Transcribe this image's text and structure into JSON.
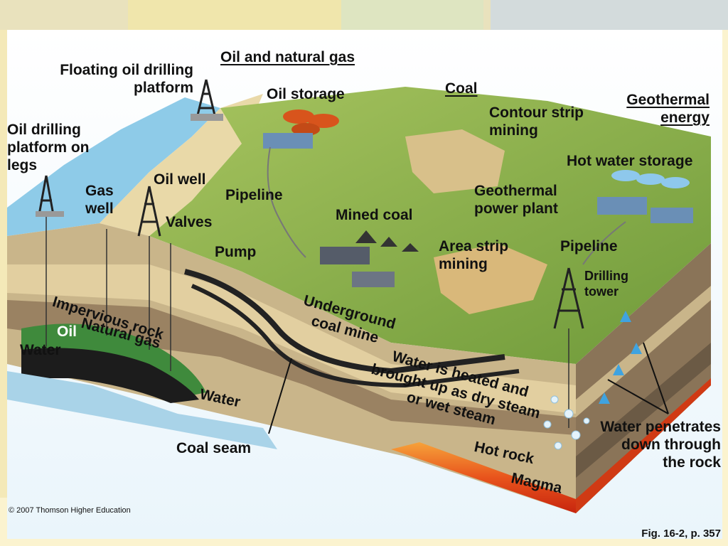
{
  "labels": {
    "oil_and_natural_gas": "Oil and natural gas",
    "coal": "Coal",
    "geothermal_energy": "Geothermal energy",
    "floating_platform": "Floating oil drilling platform",
    "oil_storage": "Oil storage",
    "contour_strip_mining": "Contour strip mining",
    "oil_platform_on_legs": "Oil drilling platform on legs",
    "hot_water_storage": "Hot water storage",
    "oil_well": "Oil well",
    "gas_well": "Gas well",
    "pipeline_left": "Pipeline",
    "geothermal_power_plant": "Geothermal power plant",
    "valves": "Valves",
    "mined_coal": "Mined coal",
    "pump": "Pump",
    "area_strip_mining": "Area strip mining",
    "pipeline_right": "Pipeline",
    "drilling_tower": "Drilling tower",
    "impervious_rock": "Impervious rock",
    "underground_coal_mine": "Underground coal mine",
    "oil": "Oil",
    "natural_gas": "Natural gas",
    "water_left": "Water",
    "water_heated": "Water is heated and brought up as dry steam or wet steam",
    "water_center": "Water",
    "coal_seam": "Coal seam",
    "hot_rock": "Hot rock",
    "magma": "Magma",
    "water_penetrates": "Water penetrates down through the rock"
  },
  "footer": {
    "copyright": "© 2007 Thomson Higher Education",
    "figure_ref": "Fig. 16-2, p. 357"
  },
  "colors": {
    "background": "#fbf3cf",
    "sea": "#8ecbe8",
    "grass": "#8fb449",
    "sand": "#e2cfa0",
    "rock_dark": "#7d6a52",
    "coal": "#222222",
    "magma": "#e8531c"
  }
}
